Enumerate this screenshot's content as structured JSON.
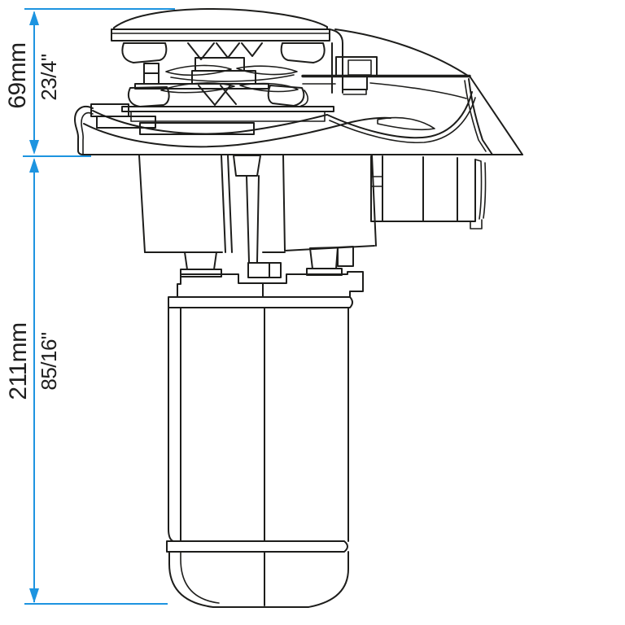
{
  "page": {
    "background": "#ffffff"
  },
  "diagram": {
    "subject": "vertical-windlass-side-view-dimension-drawing",
    "colors": {
      "line": "#1d1d1b",
      "dimension": "#1d94e0",
      "text": "#1f1f1f"
    },
    "dimensions": {
      "above_deck": {
        "metric": "69mm",
        "imperial": "23/4\""
      },
      "below_deck": {
        "metric": "211mm",
        "imperial": "85/16\""
      }
    },
    "icons": {
      "dimension_arrow_up": "triangle-up",
      "dimension_arrow_down": "triangle-down"
    }
  }
}
